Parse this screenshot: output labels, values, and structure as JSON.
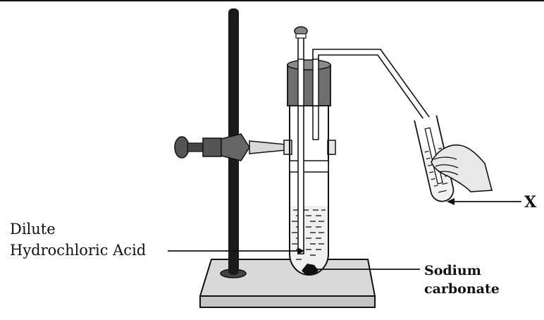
{
  "labels": {
    "dilute": "Dilute",
    "acid": "Hydrochloric Acid",
    "sodium": "Sodium",
    "carbonate": "carbonate",
    "x_marker": "X"
  },
  "colors": {
    "stand_rod": "#1a1a1a",
    "stopper": "#6e6e6e",
    "base": "#d9d9d9",
    "clamp": "#5a5a5a",
    "outline": "#111111"
  }
}
